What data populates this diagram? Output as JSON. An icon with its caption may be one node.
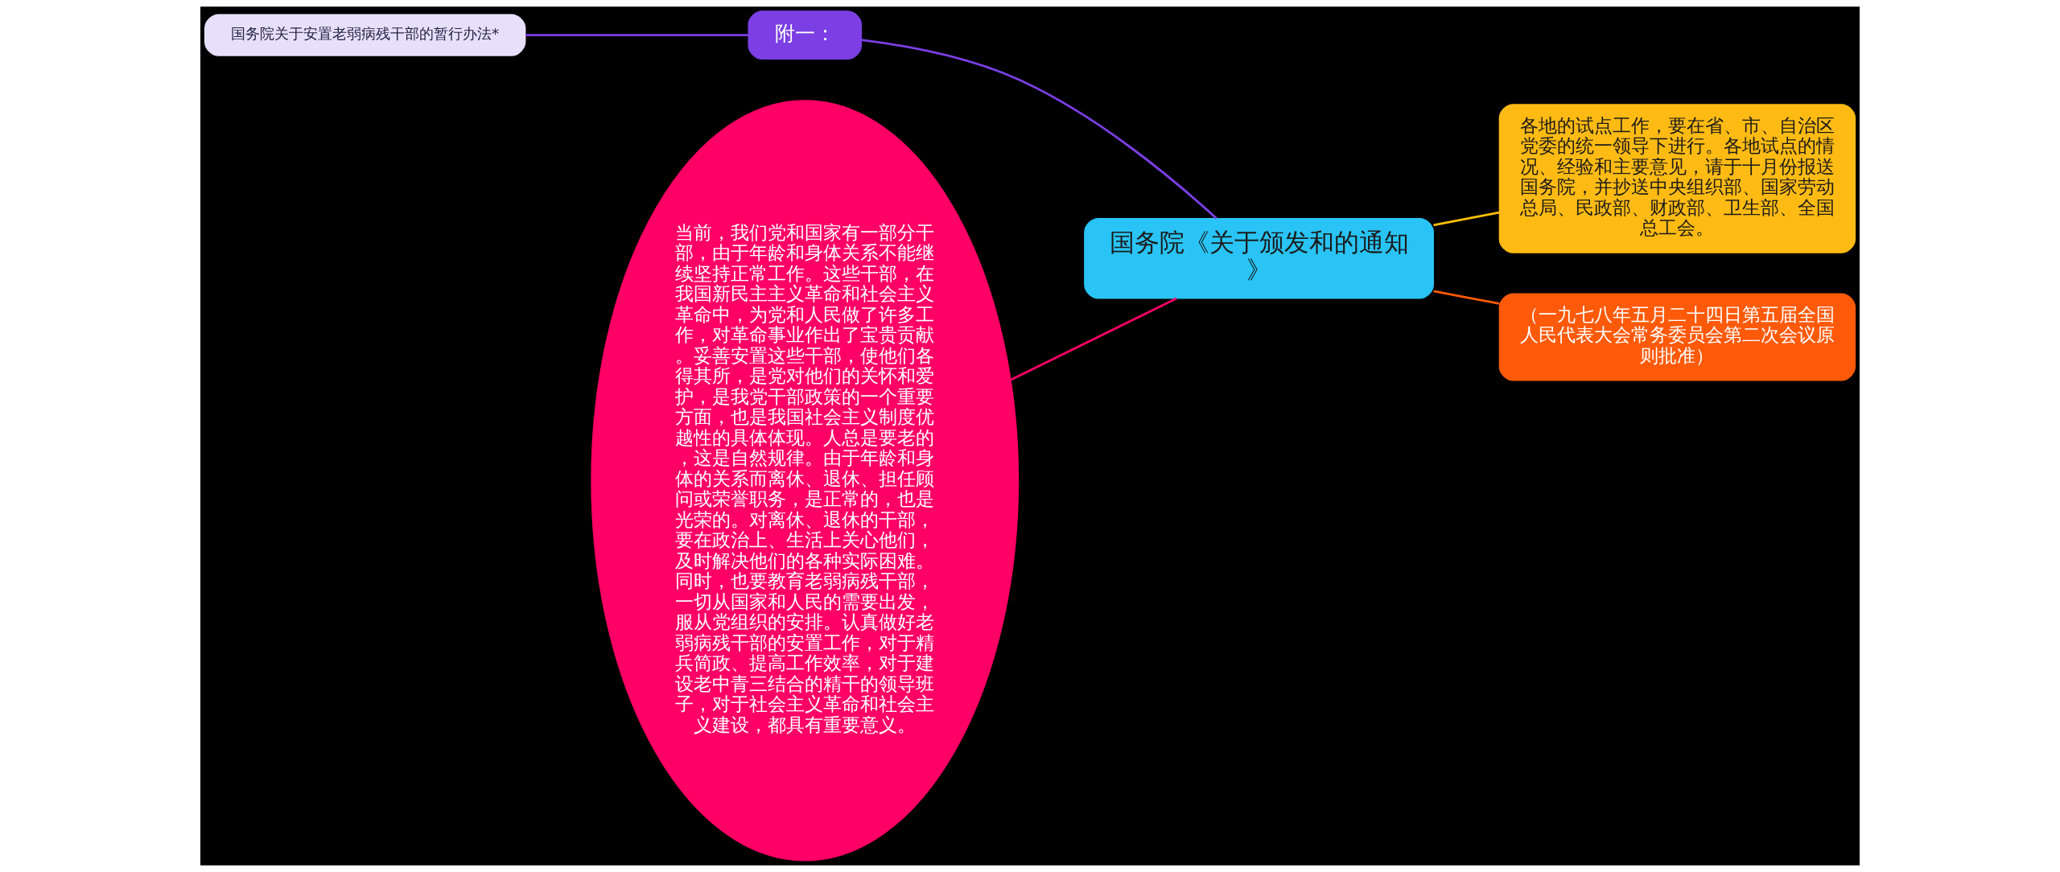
{
  "diagram": {
    "nodes": [
      {
        "text": [
          "国务院《关于颁发和的通知》"
        ]
      },
      {
        "text": [
          "附一："
        ]
      },
      {
        "text": [
          "国务院关于安置老弱病残干部的暂行办法*"
        ]
      },
      {
        "text": [
          "当前，我们党和国家有一部分干部，由于年龄和身体关系不能继续坚持正常工作。这些干部，在我国新民主主义革命和社会主义革命中，为党和人民做了许多工作，对革命事业作出了宝贵贡献。妥善安置这些干部，使他们各得其所，是党对他们的关怀和爱护，是我党干部政策的一个重要方面，也是我国社会主义制度优越性的具体体现。人总是要老的，这是自然规律。由于年龄和身体的关系而离休、退休、担任顾问或荣誉职务，是正常的，也是光荣的。对离休、退休的干部，要在政治上、生活上关心他们，及时解决他们的各种实际困难。同时，也要教育老弱病残干部，一切从国家和人民的需要出发，服从党组织的安排。认真做好老弱病残干部的安置工作，对于精兵简政、提高工作效率，对于建设老中青三结合的精干的领导班子，对于社会主义革命和社会主义建设，都具有重要意义。"
        ]
      },
      {
        "text": [
          "各地的试点工作，要在省、市、自治区党委的统一领导下进行。各地试点的情况、经验和主要意见，请于十月份报送国务院，并抄送中央组织部、国家劳动总局、民政部、财政部、卫生部、全国总工会。"
        ]
      },
      {
        "text": [
          "（一九七八年五月二十四日第五届全国人民代表大会常务委员会第二次会议原则批准）"
        ]
      }
    ],
    "edges": [
      {
        "from": 0,
        "to": 1,
        "arrow": "none",
        "color": "#7b3fe4"
      },
      {
        "from": 1,
        "to": 2,
        "arrow": "none",
        "color": "#7b3fe4"
      },
      {
        "from": 0,
        "to": 3,
        "arrow": "none",
        "color": "#ff0066"
      },
      {
        "from": 0,
        "to": 4,
        "arrow": "none",
        "color": "#ffc000"
      },
      {
        "from": 0,
        "to": 5,
        "arrow": "none",
        "color": "#ff5a00"
      }
    ]
  }
}
